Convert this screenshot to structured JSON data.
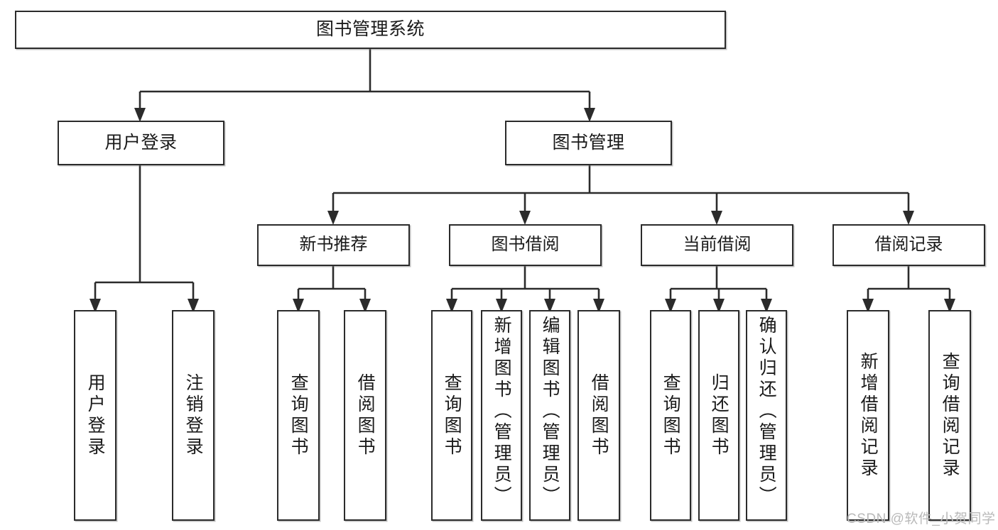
{
  "diagram": {
    "type": "tree-hierarchy",
    "title": "图书管理系统",
    "orientation": "top-down",
    "colors": {
      "box_border": "#2b2b2b",
      "box_fill": "#ffffff",
      "connector": "#2b2b2b",
      "text": "#1a1a1a",
      "watermark": "#b9b9b9",
      "background": "#ffffff"
    }
  },
  "root": {
    "label": "图书管理系统"
  },
  "level2": [
    {
      "label": "用户登录"
    },
    {
      "label": "图书管理"
    }
  ],
  "level3": [
    {
      "label": "新书推荐"
    },
    {
      "label": "图书借阅"
    },
    {
      "label": "当前借阅"
    },
    {
      "label": "借阅记录"
    }
  ],
  "leaves": {
    "user_login": [
      {
        "label": "用户登录"
      },
      {
        "label": "注销登录"
      }
    ],
    "new_book_recommend": [
      {
        "label": "查询图书"
      },
      {
        "label": "借阅图书"
      }
    ],
    "book_borrow": [
      {
        "label": "查询图书"
      },
      {
        "label": "新增图书（管理员）"
      },
      {
        "label": "编辑图书（管理员）"
      },
      {
        "label": "借阅图书"
      }
    ],
    "current_borrow": [
      {
        "label": "查询图书"
      },
      {
        "label": "归还图书"
      },
      {
        "label": "确认归还（管理员）"
      }
    ],
    "borrow_records": [
      {
        "label": "新增借阅记录"
      },
      {
        "label": "查询借阅记录"
      }
    ]
  },
  "watermark": {
    "text": "CSDN @软件_小贺同学"
  }
}
